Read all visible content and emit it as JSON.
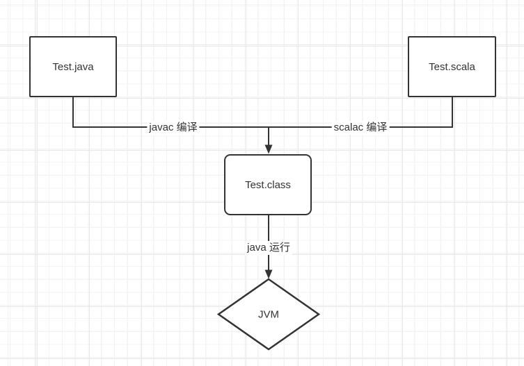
{
  "diagram": {
    "nodes": [
      {
        "id": "test-java",
        "label": "Test.java",
        "shape": "rectangle"
      },
      {
        "id": "test-scala",
        "label": "Test.scala",
        "shape": "rectangle"
      },
      {
        "id": "test-class",
        "label": "Test.class",
        "shape": "rounded-rectangle"
      },
      {
        "id": "jvm",
        "label": "JVM",
        "shape": "diamond"
      }
    ],
    "edges": [
      {
        "from": "test-java",
        "to": "test-class",
        "label": "javac 编译"
      },
      {
        "from": "test-scala",
        "to": "test-class",
        "label": "scalac 编译"
      },
      {
        "from": "test-class",
        "to": "jvm",
        "label": "java 运行"
      }
    ],
    "colors": {
      "stroke": "#333333",
      "node_fill": "#ffffff",
      "canvas": "#ffffff",
      "grid_minor": "#f3f3f3",
      "grid_major": "#e8e8e8",
      "text": "#333333"
    }
  }
}
